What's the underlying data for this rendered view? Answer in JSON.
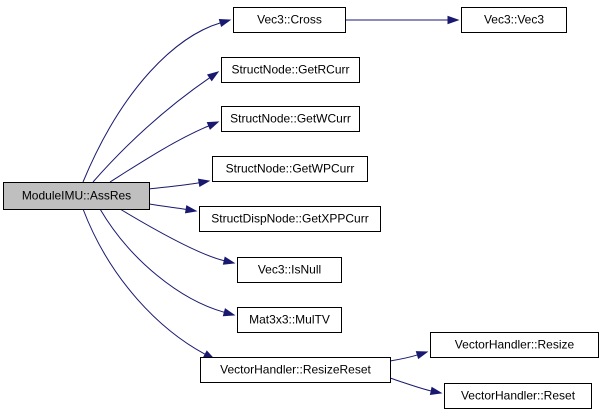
{
  "graph": {
    "nodes": [
      {
        "id": "root",
        "label": "ModuleIMU::AssRes",
        "highlighted": true
      },
      {
        "id": "cross",
        "label": "Vec3::Cross"
      },
      {
        "id": "vec3",
        "label": "Vec3::Vec3"
      },
      {
        "id": "getrcurr",
        "label": "StructNode::GetRCurr"
      },
      {
        "id": "getwcurr",
        "label": "StructNode::GetWCurr"
      },
      {
        "id": "getwpcurr",
        "label": "StructNode::GetWPCurr"
      },
      {
        "id": "getxppcurr",
        "label": "StructDispNode::GetXPPCurr"
      },
      {
        "id": "isnull",
        "label": "Vec3::IsNull"
      },
      {
        "id": "multv",
        "label": "Mat3x3::MulTV"
      },
      {
        "id": "resizereset",
        "label": "VectorHandler::ResizeReset"
      },
      {
        "id": "resize",
        "label": "VectorHandler::Resize"
      },
      {
        "id": "reset",
        "label": "VectorHandler::Reset"
      }
    ],
    "edges": [
      {
        "from": "root",
        "to": "cross"
      },
      {
        "from": "root",
        "to": "getrcurr"
      },
      {
        "from": "root",
        "to": "getwcurr"
      },
      {
        "from": "root",
        "to": "getwpcurr"
      },
      {
        "from": "root",
        "to": "getxppcurr"
      },
      {
        "from": "root",
        "to": "isnull"
      },
      {
        "from": "root",
        "to": "multv"
      },
      {
        "from": "root",
        "to": "resizereset"
      },
      {
        "from": "cross",
        "to": "vec3"
      },
      {
        "from": "resizereset",
        "to": "resize"
      },
      {
        "from": "resizereset",
        "to": "reset"
      }
    ],
    "colors": {
      "edge": "#191970",
      "node_fill": "#ffffff",
      "highlight_fill": "#bfbfbf",
      "border": "#000000"
    }
  }
}
